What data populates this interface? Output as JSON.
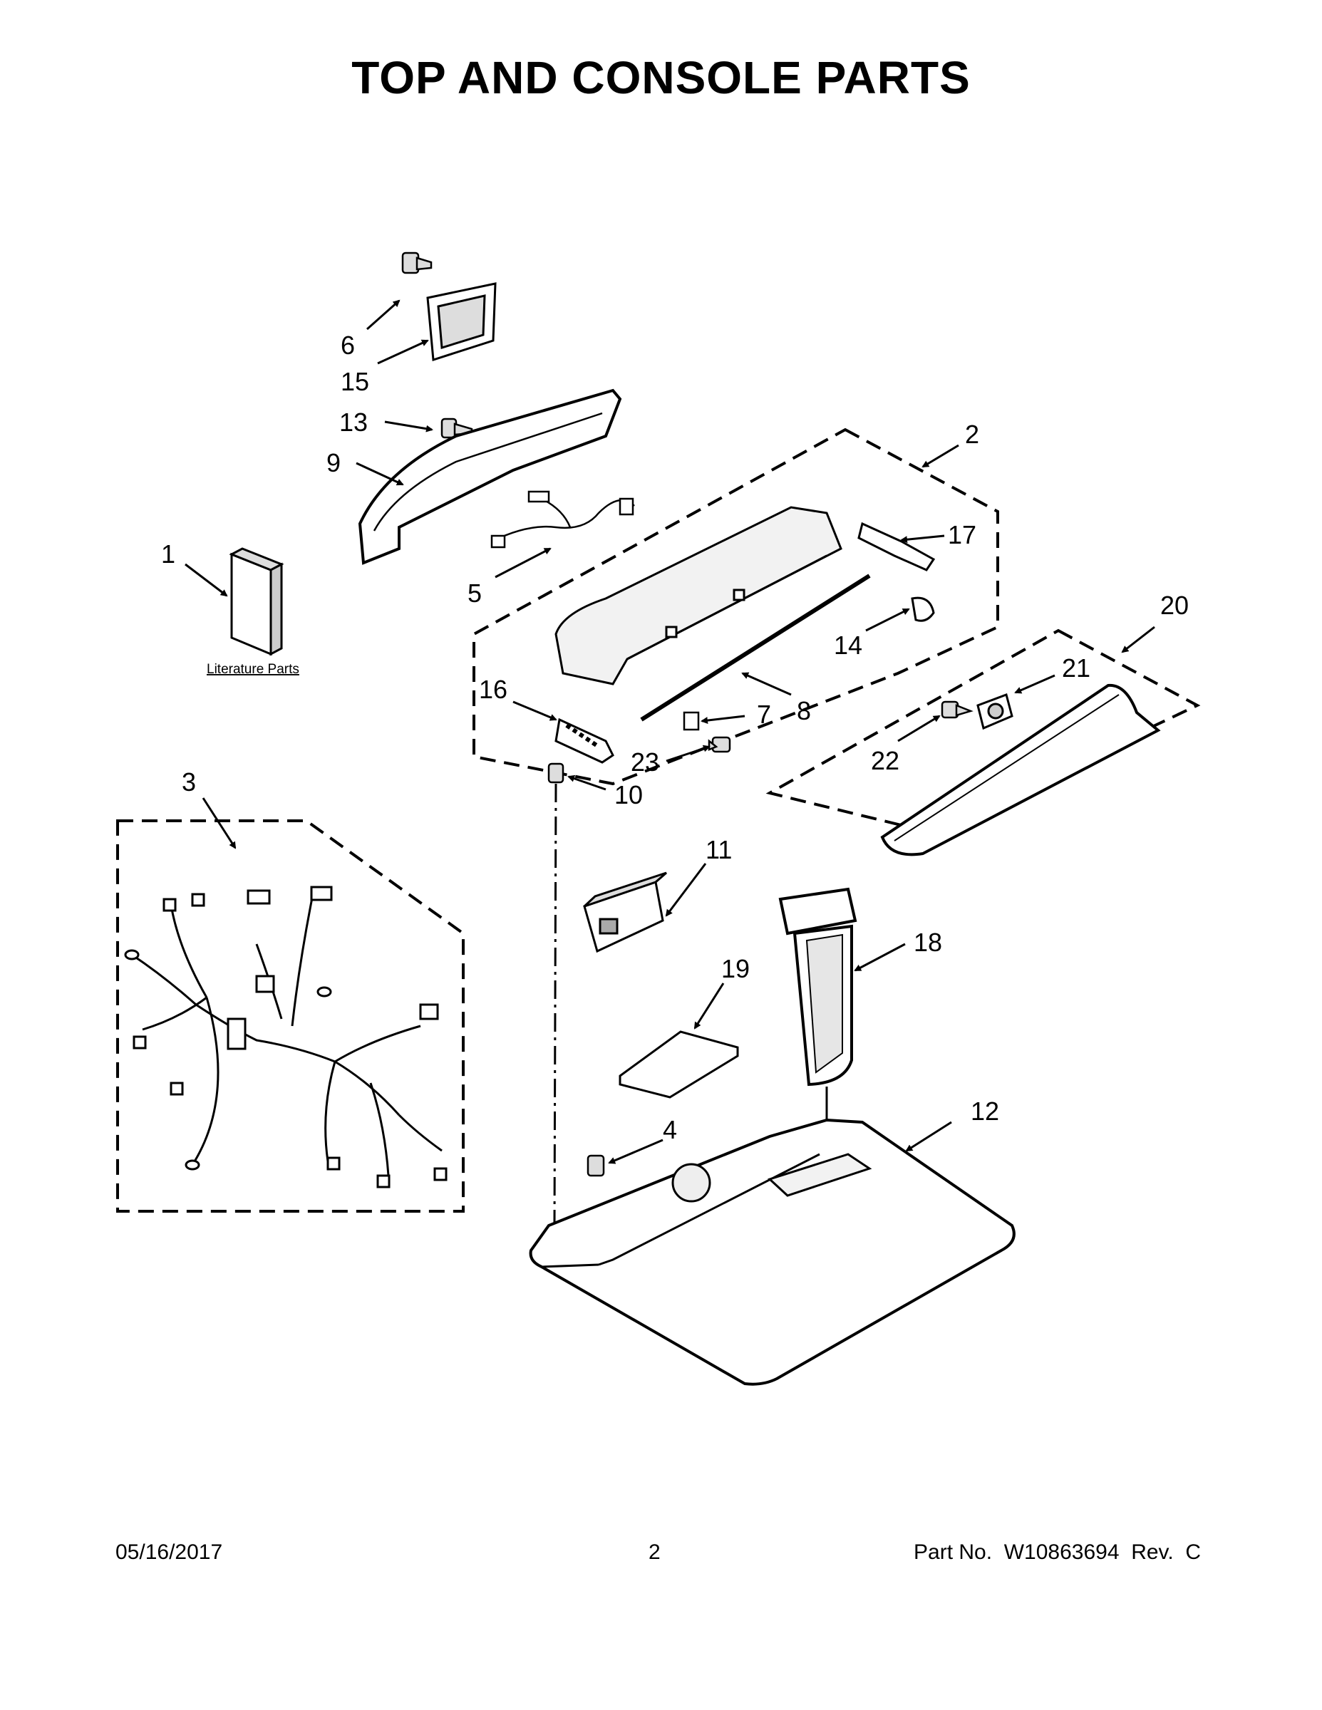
{
  "title": "TOP AND CONSOLE PARTS",
  "literature_label": "Literature Parts",
  "callouts": {
    "c1": "1",
    "c2": "2",
    "c3": "3",
    "c4": "4",
    "c5": "5",
    "c6": "6",
    "c7": "7",
    "c8": "8",
    "c9": "9",
    "c10": "10",
    "c11": "11",
    "c12": "12",
    "c13": "13",
    "c14": "14",
    "c15": "15",
    "c16": "16",
    "c17": "17",
    "c18": "18",
    "c19": "19",
    "c20": "20",
    "c21": "21",
    "c22": "22",
    "c23": "23"
  },
  "footer": {
    "date": "05/16/2017",
    "page": "2",
    "part": "Part No.  W10863694  Rev.  C"
  }
}
